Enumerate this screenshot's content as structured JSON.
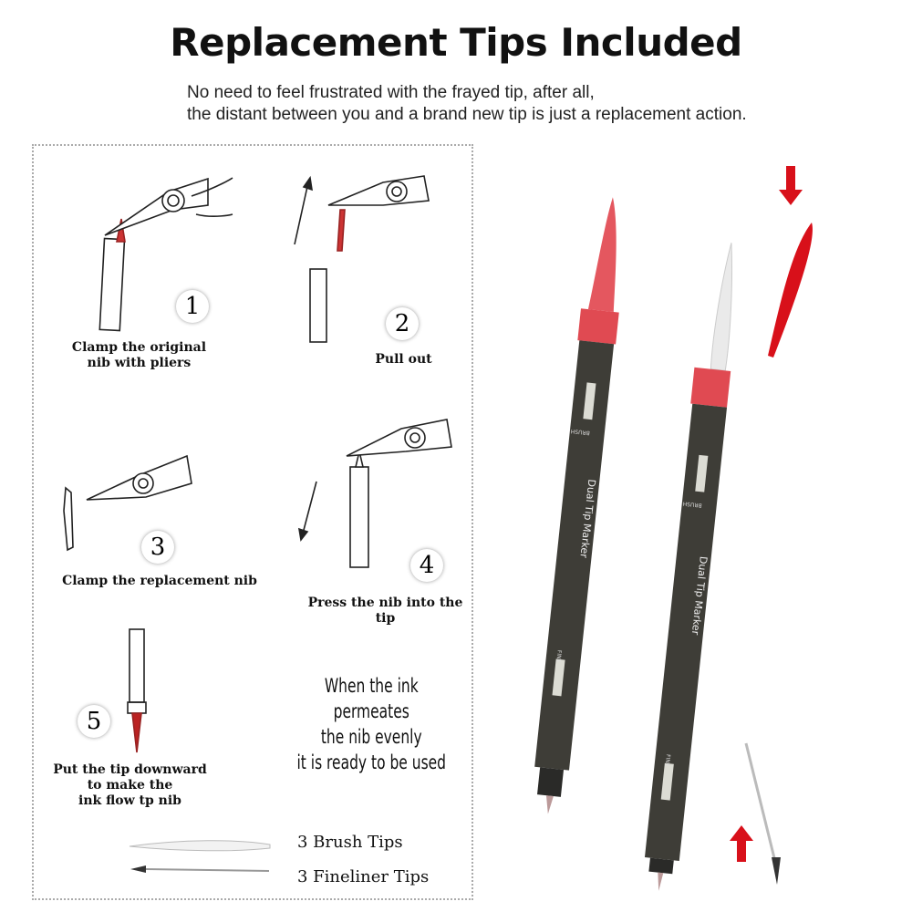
{
  "header": {
    "title": "Replacement Tips Included",
    "subtitle_line1": "No need to feel frustrated with the frayed tip, after all,",
    "subtitle_line2": "the distant between you and a brand new tip is just a replacement action."
  },
  "steps": [
    {
      "number": "1",
      "caption": "Clamp the original\nnib with pliers"
    },
    {
      "number": "2",
      "caption": "Pull out"
    },
    {
      "number": "3",
      "caption": "Clamp the replacement nib"
    },
    {
      "number": "4",
      "caption": "Press the nib into the tip"
    },
    {
      "number": "5",
      "caption": "Put the tip downward\nto make the\nink flow tp nib"
    }
  ],
  "note": {
    "line1": "When the ink permeates",
    "line2": "the nib evenly",
    "line3": "it is ready to be used"
  },
  "tips": {
    "brush": "3 Brush Tips",
    "fineliner": "3 Fineliner Tips"
  },
  "pen": {
    "brand_text": "Dual Tip Marker",
    "brush_label": "BRUSH",
    "fine_label": "FINE"
  },
  "colors": {
    "red": "#d8101a",
    "pen_body": "#3e3d37",
    "pen_tip": "#e4575f"
  }
}
